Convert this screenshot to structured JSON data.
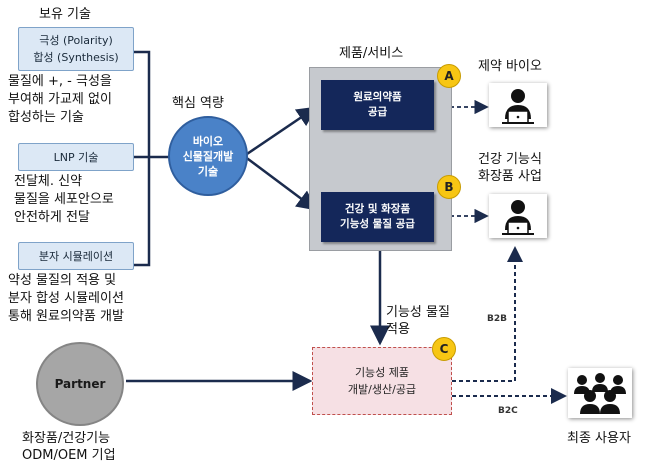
{
  "holding_tech": {
    "title": "보유 기술",
    "items": [
      {
        "box_lines": [
          "극성 (Polarity)",
          "합성 (Synthesis)"
        ],
        "desc_lines": [
          "물질에 +, - 극성을",
          "부여해 가교제 없이",
          "합성하는 기술"
        ]
      },
      {
        "box_lines": [
          "LNP 기술"
        ],
        "desc_lines": [
          "전달체. 신약",
          "물질을 세포안으로",
          "안전하게 전달"
        ]
      },
      {
        "box_lines": [
          "분자 시뮬레이션"
        ],
        "desc_lines": [
          "약성 물질의 적용 및",
          "분자 합성 시뮬레이션",
          "통해 원료의약품 개발"
        ]
      }
    ]
  },
  "core": {
    "title": "핵심 역량",
    "circle_lines": [
      "바이오",
      "신물질개발",
      "기술"
    ]
  },
  "products": {
    "title": "제품/서비스",
    "items": [
      {
        "badge": "A",
        "lines": [
          "원료의약품",
          "공급"
        ]
      },
      {
        "badge": "B",
        "lines": [
          "건강 및 화장품",
          "기능성 물질 공급"
        ]
      }
    ]
  },
  "customers": [
    {
      "lines": [
        "제약 바이오"
      ]
    },
    {
      "lines": [
        "건강 기능식",
        "화장품 사업"
      ]
    }
  ],
  "functional_supply_label": [
    "기능성 물질",
    "적용"
  ],
  "functional_product": {
    "badge": "C",
    "lines": [
      "기능성 제품",
      "개발/생산/공급"
    ]
  },
  "partner": {
    "circle_label": "Partner",
    "caption_lines": [
      "화장품/건강기능",
      "ODM/OEM 기업"
    ]
  },
  "channel_labels": {
    "b2b": "B2B",
    "b2c": "B2C"
  },
  "end_user": {
    "label": "최종 사용자"
  },
  "colors": {
    "navy": "#14275a",
    "panel": "#c6c9ce",
    "badge": "#f7c614",
    "blue_circle": "#4a82c8",
    "tech_box": "#dce8f5",
    "pink_box": "#f6e0e4"
  },
  "icons": [
    "person-laptop-icon",
    "crowd-icon"
  ]
}
